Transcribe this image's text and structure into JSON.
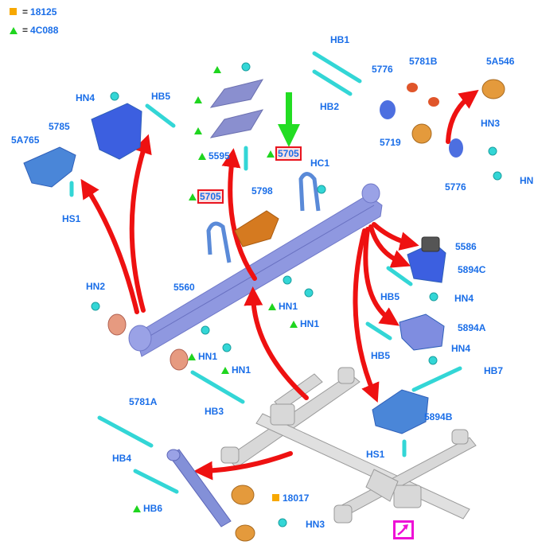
{
  "legend": [
    {
      "symbol": "square",
      "color": "#f7a800",
      "equals": "=",
      "code": "18125"
    },
    {
      "symbol": "triangle",
      "color": "#1fd51f",
      "equals": "=",
      "code": "4C088"
    }
  ],
  "callouts": {
    "hn4_top": "HN4",
    "hb5_top": "HB5",
    "c5785": "5785",
    "c5a765": "5A765",
    "hs1_left": "HS1",
    "c5595": "5595",
    "c5705_top": "5705",
    "c5705_left": "5705",
    "hc1": "HC1",
    "c5798": "5798",
    "hb1": "HB1",
    "hb2": "HB2",
    "c5776_top": "5776",
    "c5781b": "5781B",
    "c5a546": "5A546",
    "c5719": "5719",
    "hn3_right": "HN3",
    "c5776_bottom": "5776",
    "hn_right": "HN",
    "c5586": "5586",
    "c5894c": "5894C",
    "hb5_mid": "HB5",
    "hn4_mid": "HN4",
    "c5894a": "5894A",
    "hb5_low": "HB5",
    "hn4_low": "HN4",
    "hb7": "HB7",
    "c5894b": "5894B",
    "hs1_right": "HS1",
    "hn2": "HN2",
    "c5560": "5560",
    "hn1_a": "HN1",
    "hn1_b": "HN1",
    "hn1_c": "HN1",
    "hn1_d": "HN1",
    "c5781a": "5781A",
    "hb3": "HB3",
    "hb4": "HB4",
    "hb6": "HB6",
    "c18017": "18017",
    "hn3_bottom": "HN3"
  },
  "colors": {
    "label": "#1a6ee8",
    "arrow_red": "#ee1111",
    "arrow_green": "#22dd22",
    "highlight_box": "#e8141e",
    "nav_box": "#ee10d6",
    "fastener": "#33d6d6",
    "spring": "#8f98e0",
    "bracket": "#3c78e0",
    "bushing_orange": "#e49a3c",
    "bushing_red": "#e0552a",
    "bushing_pink": "#e69a80",
    "axle_grey": "#cfcfcf"
  },
  "nav_icon": "arrow-northeast-icon"
}
